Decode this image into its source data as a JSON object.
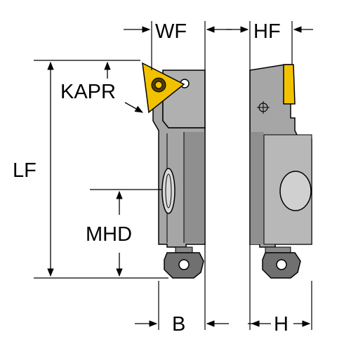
{
  "labels": {
    "wf": "WF",
    "hf": "HF",
    "kapr": "KAPR",
    "lf": "LF",
    "mhd": "MHD",
    "b": "B",
    "h": "H"
  },
  "colors": {
    "body_light": "#b3b3b3",
    "body_mid": "#9a9a9a",
    "body_dark": "#6e6e6e",
    "insert_yellow": "#f2c200",
    "insert_dark": "#4d4000",
    "line": "#000000"
  }
}
